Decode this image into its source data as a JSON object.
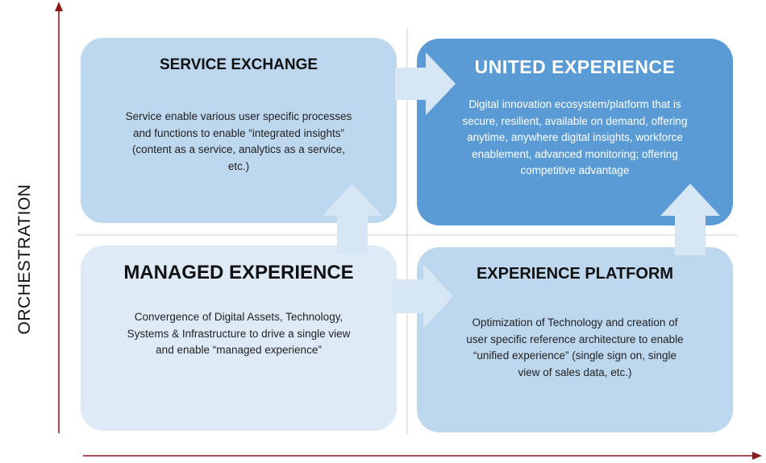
{
  "axis": {
    "y_label": "ORCHESTRATION",
    "color": "#8b1a1a"
  },
  "quadrants": {
    "service_exchange": {
      "title": "SERVICE EXCHANGE",
      "lines": [
        "Service enable various user specific processes",
        "and functions to enable “integrated insights”",
        "(content as a service, analytics as a service,",
        "etc.)"
      ],
      "color": "#bdd7ee"
    },
    "united_experience": {
      "title": "UNITED EXPERIENCE",
      "lines": [
        "Digital innovation ecosystem/platform that is",
        "secure, resilient, available on demand, offering",
        "anytime, anywhere digital insights, workforce",
        "enablement, advanced monitoring; offering",
        "competitive advantage"
      ],
      "color": "#5b9bd5"
    },
    "managed_experience": {
      "title": "MANAGED EXPERIENCE",
      "lines": [
        "Convergence of Digital Assets, Technology,",
        "Systems & Infrastructure to drive a single view",
        "and enable “managed experience”"
      ],
      "color": "#deebf7"
    },
    "experience_platform": {
      "title": "EXPERIENCE PLATFORM",
      "lines": [
        "Optimization of Technology and creation of",
        "user specific reference architecture to enable",
        "“unified experience” (single sign on, single",
        "view of sales data, etc.)"
      ],
      "color": "#bdd7ee"
    }
  },
  "arrow_color": "#d6e6f5",
  "divider_color": "#cccccc"
}
